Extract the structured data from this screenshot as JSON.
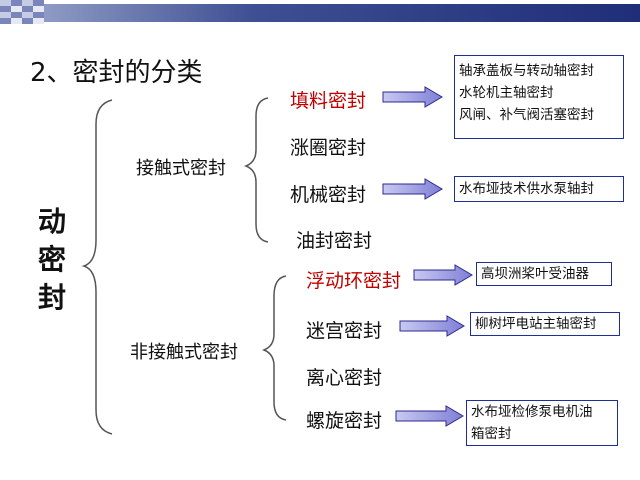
{
  "title": "2、密封的分类",
  "root_label": "动密封",
  "categories": [
    {
      "label": "接触式密封",
      "items": [
        {
          "label": "填料密封",
          "highlight": true,
          "examples": [
            "轴承盖板与转动轴密封",
            "水轮机主轴密封",
            "风闸、补气阀活塞密封"
          ]
        },
        {
          "label": "涨圈密封",
          "highlight": false,
          "examples": []
        },
        {
          "label": "机械密封",
          "highlight": false,
          "examples": [
            "水布垭技术供水泵轴封"
          ]
        },
        {
          "label": "油封密封",
          "highlight": false,
          "examples": []
        }
      ]
    },
    {
      "label": "非接触式密封",
      "items": [
        {
          "label": "浮动环密封",
          "highlight": true,
          "examples": [
            "高坝洲桨叶受油器"
          ]
        },
        {
          "label": "迷宫密封",
          "highlight": false,
          "examples": [
            "柳树坪电站主轴密封"
          ]
        },
        {
          "label": "离心密封",
          "highlight": false,
          "examples": []
        },
        {
          "label": "螺旋密封",
          "highlight": false,
          "examples": [
            "水布垭检修泵电机油",
            "箱密封"
          ]
        }
      ]
    }
  ],
  "colors": {
    "highlight_text": "#c00000",
    "box_border": "#1f2e9a",
    "arrow_fill": "#8f8fd9",
    "arrow_stroke": "#2b2b8f",
    "header_band": "#2a3a86"
  }
}
